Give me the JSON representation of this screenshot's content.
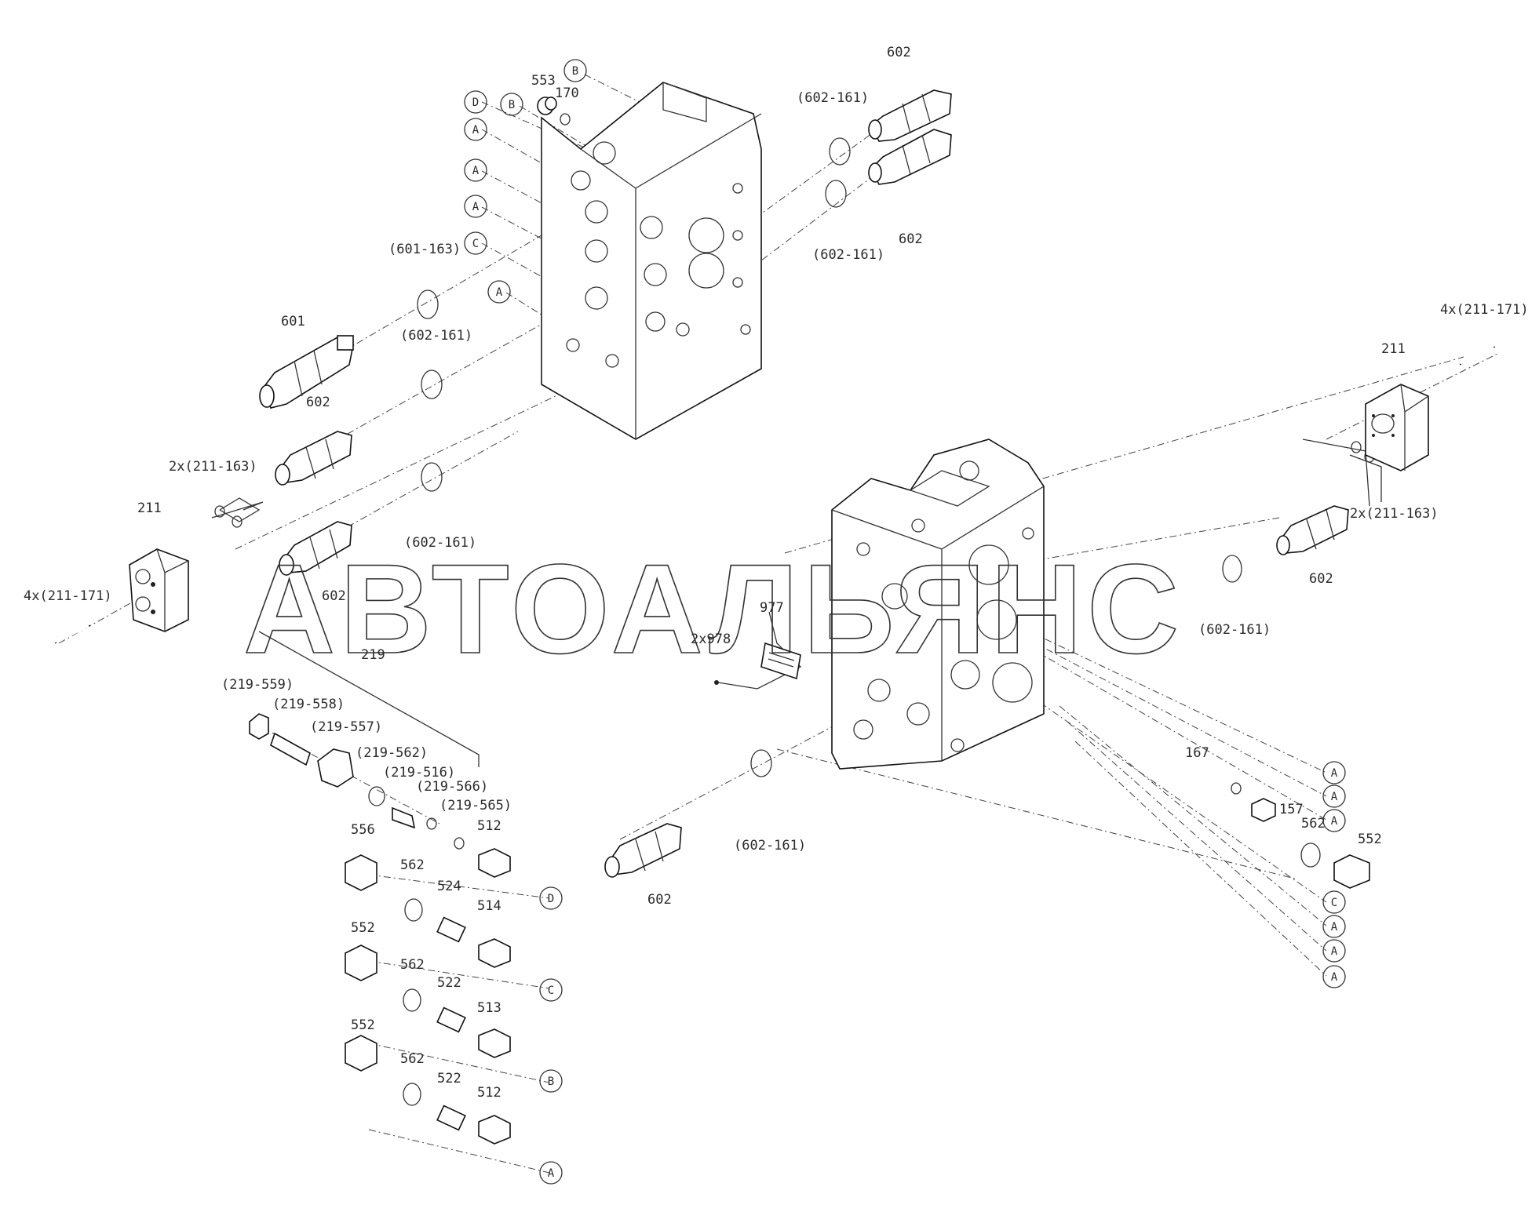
{
  "watermark": "АВТОАЛЬЯНС",
  "callouts": {
    "c553": "553",
    "c170": "170",
    "c601": "601",
    "c602_tr1": "602",
    "c602_tr2": "602",
    "c602_l1": "602",
    "c602_l2": "602",
    "c602_r": "602",
    "c602_b": "602",
    "c211_l": "211",
    "c211_r": "211",
    "c219": "219",
    "c977": "977",
    "c2x978": "2x978",
    "c167": "167",
    "c157": "157",
    "c562_r": "562",
    "c552_r": "552",
    "c556": "556",
    "c562_a": "562",
    "c562_b": "562",
    "c562_c": "562",
    "c552_a": "552",
    "c552_b": "552",
    "c524": "524",
    "c522_a": "522",
    "c522_b": "522",
    "c512_a": "512",
    "c514": "514",
    "c513": "513",
    "c512_b": "512"
  },
  "ref_labels": {
    "r602_161_t1": "(602-161)",
    "r602_161_t2": "(602-161)",
    "r601_163": "(601-163)",
    "r602_161_l1": "(602-161)",
    "r602_161_l2": "(602-161)",
    "r602_161_r": "(602-161)",
    "r602_161_b": "(602-161)",
    "r211_163_l": "2x(211-163)",
    "r211_163_r": "2x(211-163)",
    "r211_171_l": "4x(211-171)",
    "r211_171_r": "4x(211-171)",
    "r219_559": "(219-559)",
    "r219_558": "(219-558)",
    "r219_557": "(219-557)",
    "r219_562": "(219-562)",
    "r219_516": "(219-516)",
    "r219_566": "(219-566)",
    "r219_565": "(219-565)"
  },
  "circle_refs": {
    "top_b1": "B",
    "top_d": "D",
    "top_b2": "B",
    "top_a1": "A",
    "top_a2": "A",
    "top_a3": "A",
    "top_c": "C",
    "top_a4": "A",
    "rt_a1": "A",
    "rt_a2": "A",
    "rt_a3": "A",
    "rt_c": "C",
    "rt_a4": "A",
    "rt_a5": "A",
    "rt_a6": "A",
    "st_d": "D",
    "st_c": "C",
    "st_b": "B",
    "st_a": "A"
  }
}
